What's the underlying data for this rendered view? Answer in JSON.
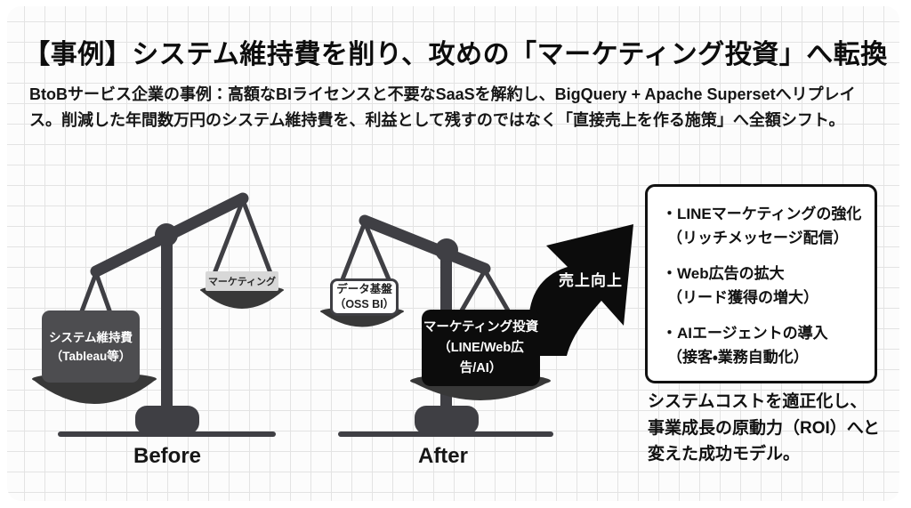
{
  "title": "【事例】システム維持費を削り、攻めの「マーケティング投資」へ転換",
  "subtitle": {
    "line1": "BtoBサービス企業の事例：高額なBIライセンスと不要なSaaSを解約し、BigQuery + Apache Supersetへリプレイ",
    "line2": "ス。削減した年間数万円のシステム維持費を、利益として残すのではなく「直接売上を作る施策」へ全額シフト。"
  },
  "before_scale": {
    "label": "Before",
    "heavy_weight": {
      "line1": "システム維持費",
      "line2": "（Tableau等）"
    },
    "light_weight": {
      "label": "マーケティング"
    }
  },
  "after_scale": {
    "label": "After",
    "light_weight": {
      "line1": "データ基盤",
      "line2": "（OSS BI）"
    },
    "heavy_weight": {
      "line1": "マーケティング投資",
      "line2": "（LINE/Web広告/AI）"
    }
  },
  "growth_arrow": {
    "label": "売上向上"
  },
  "panel": {
    "items": [
      {
        "title": "・LINEマーケティングの強化",
        "sub": "（リッチメッセージ配信）"
      },
      {
        "title": "・Web広告の拡大",
        "sub": "（リード獲得の増大）"
      },
      {
        "title": "・AIエージェントの導入",
        "sub": "（接客・業務自動化）"
      }
    ]
  },
  "footer": {
    "line1": "システムコストを適正化し、",
    "line2": "事業成長の原動力（ROI）へと",
    "line3": "変えた成功モデル。"
  },
  "colors": {
    "scale_gray": "#3f3f44",
    "pan_gray": "#383838",
    "heavy_box_gray": "#4d4d50",
    "light_label_gray": "#d8d8d8",
    "black": "#0c0c0c",
    "grid_line": "#e3e3e3",
    "paper": "#fcfcfc"
  }
}
